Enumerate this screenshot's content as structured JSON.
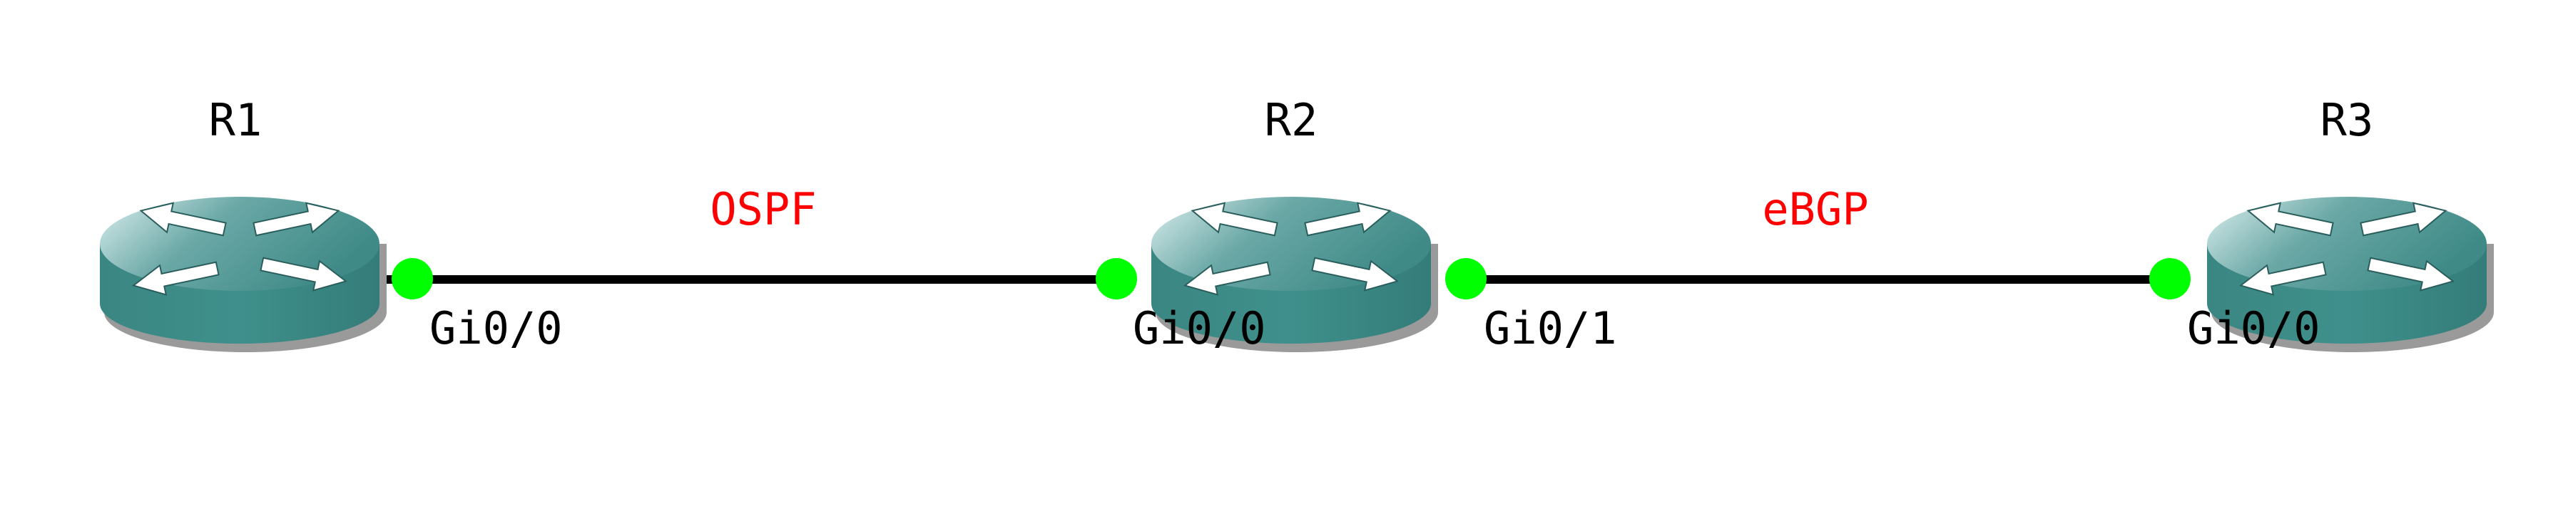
{
  "colors": {
    "link": "#000000",
    "port_dot": "#00ff00",
    "protocol_label": "#ff0000",
    "router_top_light": "#c9e3e5",
    "router_body": "#3c8a87",
    "router_shadow": "#9a9a9a",
    "arrow_fill": "#ffffff"
  },
  "routers": [
    {
      "name": "R1",
      "icon": "router-icon"
    },
    {
      "name": "R2",
      "icon": "router-icon"
    },
    {
      "name": "R3",
      "icon": "router-icon"
    }
  ],
  "links": [
    {
      "protocol": "OSPF",
      "from": "R1",
      "from_port": "Gi0/0",
      "to": "R2",
      "to_port": "Gi0/0"
    },
    {
      "protocol": "eBGP",
      "from": "R2",
      "from_port": "Gi0/1",
      "to": "R3",
      "to_port": "Gi0/0"
    }
  ]
}
